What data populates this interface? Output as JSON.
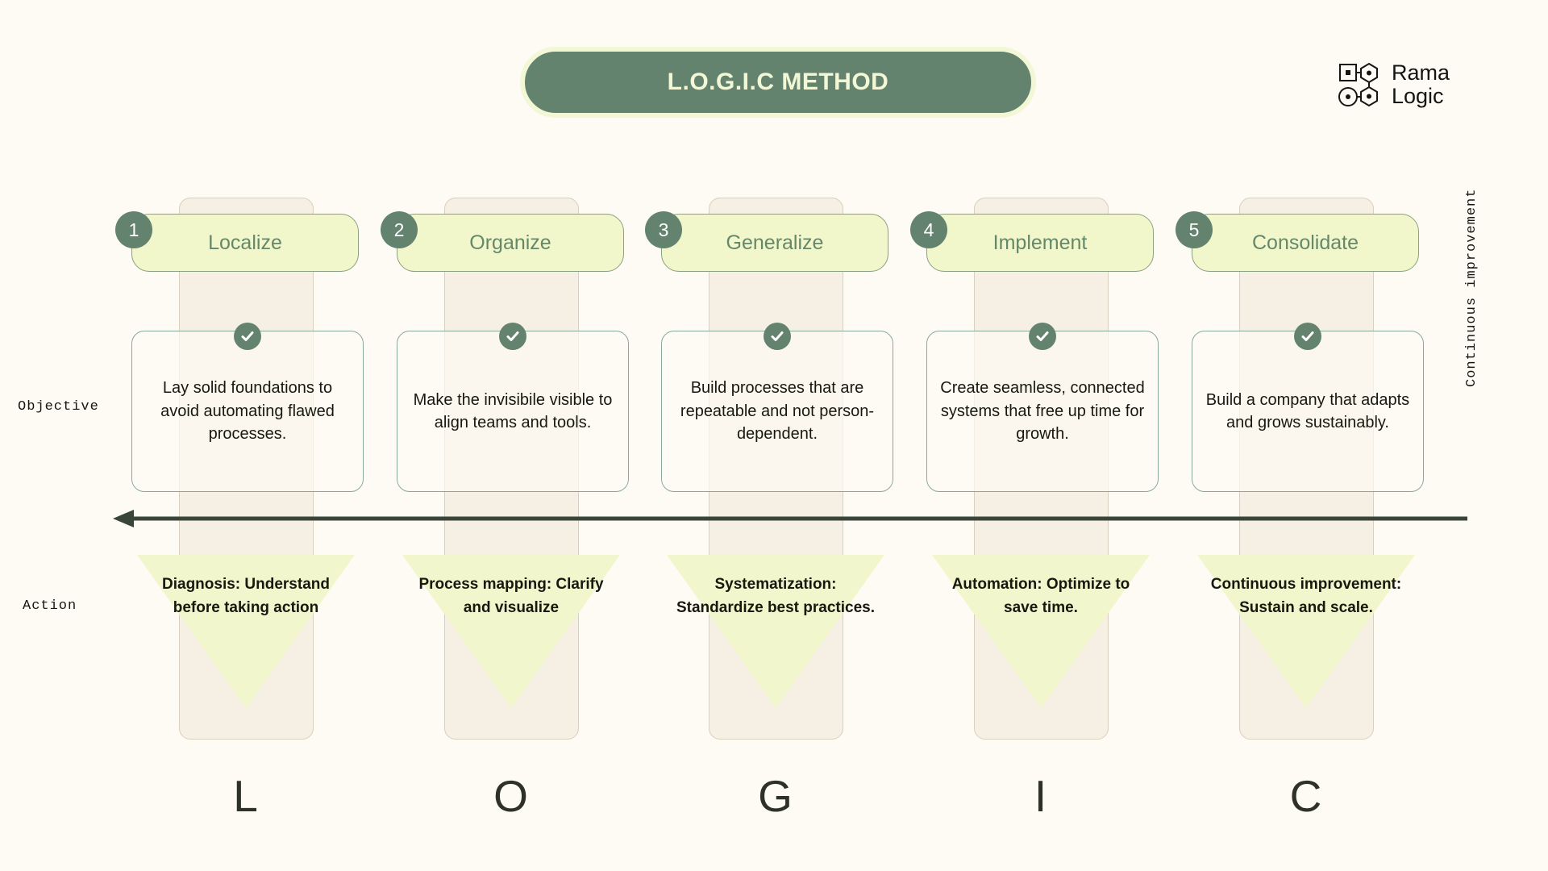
{
  "title": {
    "text": "L.O.G.I.C METHOD"
  },
  "logo": {
    "line1": "Rama",
    "line2": "Logic",
    "mark": "rama-logic-mark-icon"
  },
  "axis": {
    "objective_label": "Objective",
    "action_label": "Action",
    "continuous_label": "Continuous improvement",
    "arrow": "leftward-flow-arrow"
  },
  "colors": {
    "page_background": "#fdfbf4",
    "brand_green": "#64836e",
    "pill_yellow": "#f1f6cb",
    "pill_text_green": "#65886a",
    "column_beige": "#f6efe4",
    "funnel_yellow": "#f2f6cd",
    "card_border": "#8aa89a",
    "arrow_dark": "#394539",
    "text_dark": "#17190f"
  },
  "steps": [
    {
      "number": "1",
      "name": "Localize",
      "letter": "L",
      "objective": "Lay solid foundations to avoid automating flawed processes.",
      "action": "Diagnosis: Understand before taking action",
      "check": "check-icon"
    },
    {
      "number": "2",
      "name": "Organize",
      "letter": "O",
      "objective": "Make the invisibile visible to align teams and tools.",
      "action": "Process mapping: Clarify and visualize",
      "check": "check-icon"
    },
    {
      "number": "3",
      "name": "Generalize",
      "letter": "G",
      "objective": "Build processes that are repeatable and not person-dependent.",
      "action": "Systematization: Standardize best practices.",
      "check": "check-icon"
    },
    {
      "number": "4",
      "name": "Implement",
      "letter": "I",
      "objective": "Create seamless, connected systems that free up time for growth.",
      "action": "Automation: Optimize to save time.",
      "check": "check-icon"
    },
    {
      "number": "5",
      "name": "Consolidate",
      "letter": "C",
      "objective": "Build a company that adapts and grows sustainably.",
      "action": "Continuous improvement: Sustain and scale.",
      "check": "check-icon"
    }
  ]
}
